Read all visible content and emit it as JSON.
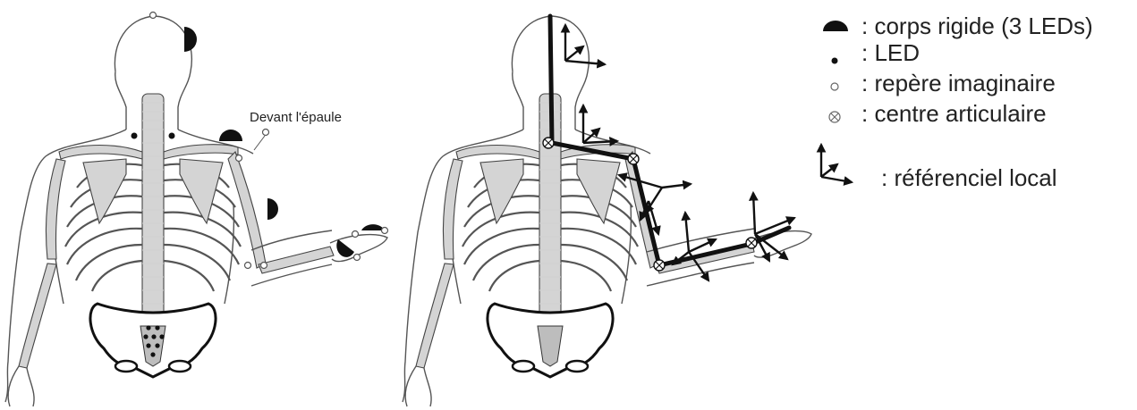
{
  "colors": {
    "bone_fill": "#d4d4d4",
    "outline": "#555555",
    "marker": "#111111",
    "text": "#222222"
  },
  "figures": {
    "left": {
      "callout_label": "Devant l'épaule"
    }
  },
  "legend": {
    "items": [
      {
        "icon": "rigid-body-half-disc-icon",
        "label": ": corps rigide (3 LEDs)"
      },
      {
        "icon": "filled-dot-icon",
        "label": ": LED"
      },
      {
        "icon": "hollow-circle-icon",
        "label": ": repère imaginaire"
      },
      {
        "icon": "circled-cross-icon",
        "label": ": centre articulaire"
      },
      {
        "icon": "axes-frame-icon",
        "label": ": référenciel local"
      }
    ]
  }
}
